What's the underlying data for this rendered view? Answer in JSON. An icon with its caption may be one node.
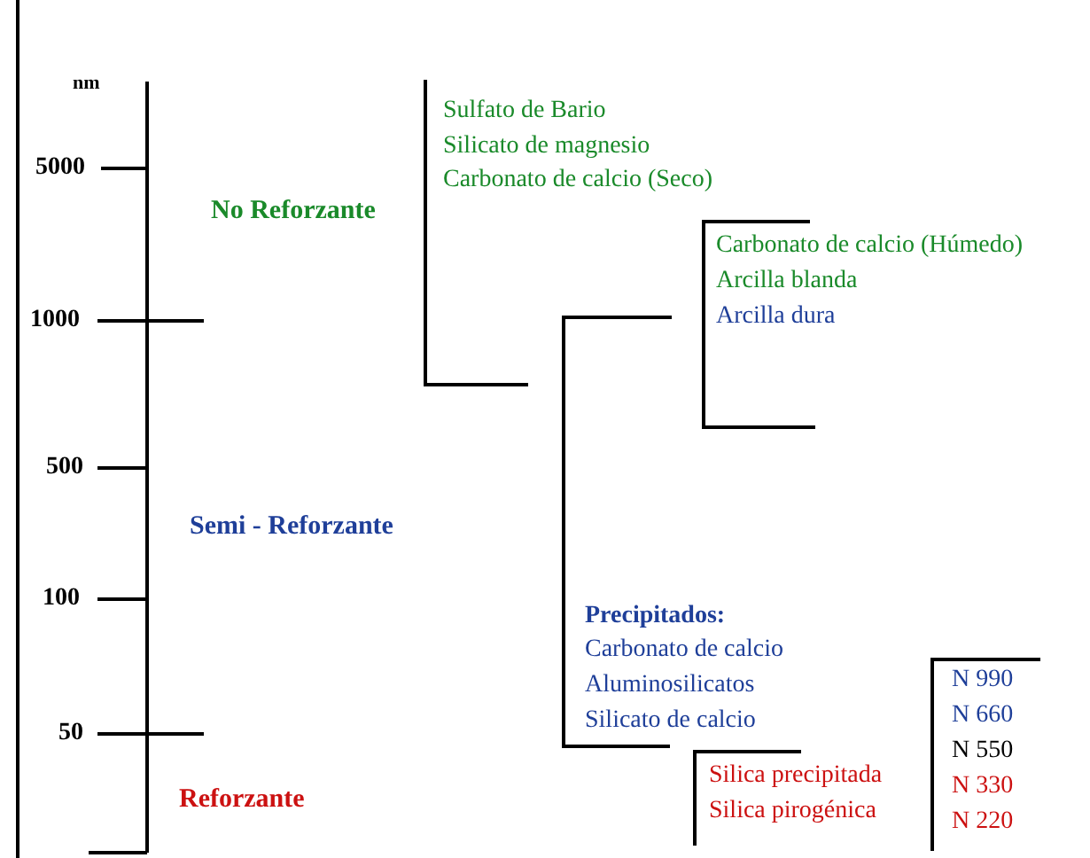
{
  "diagram": {
    "labels": [
      "nm",
      "5000",
      "No Reforzante",
      "1000",
      "500",
      "Semi - Reforzante",
      "100",
      "50",
      "Reforzante",
      "Sulfato de Bario",
      "Silicato de magnesio",
      "Carbonato de calcio (Seco)",
      "Carbonato de calcio (Húmedo)",
      "Arcilla blanda",
      "Arcilla dura",
      "Precipitados:",
      "Carbonato de calcio",
      "Aluminosilicatos",
      "Silicato de calcio",
      "Silica precipitada",
      "Silica pirogénica",
      "N 990",
      "N 660",
      "N 550",
      "N 330",
      "N 220"
    ]
  }
}
